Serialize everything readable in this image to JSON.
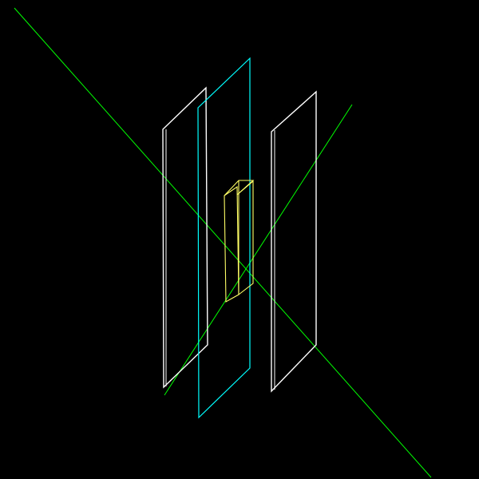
{
  "viewer": {
    "background_color": "#000000"
  },
  "scene": {
    "objects": [
      {
        "id": "axis-line-1",
        "kind": "axis-line",
        "color": "#00ff00"
      },
      {
        "id": "axis-line-2",
        "kind": "axis-line",
        "color": "#00ff00"
      },
      {
        "id": "left-plate",
        "kind": "plate",
        "color": "#ffffff"
      },
      {
        "id": "middle-plate",
        "kind": "plate",
        "color": "#00ffff"
      },
      {
        "id": "right-plate",
        "kind": "plate",
        "color": "#ffffff"
      },
      {
        "id": "center-box",
        "kind": "box",
        "color": "#ffff66"
      }
    ]
  }
}
